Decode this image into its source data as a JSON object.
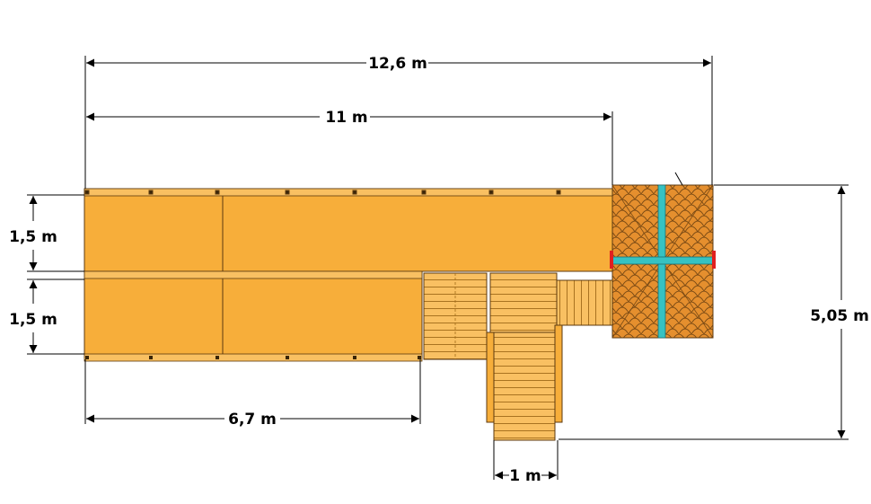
{
  "dimensions": {
    "total_length": "12,6 m",
    "main_length": "11 m",
    "lower_length": "6,7 m",
    "upper_width": "1,5 m",
    "lower_width": "1,5 m",
    "tower_depth": "5,05 m",
    "stair_width": "1 m"
  },
  "colors": {
    "deck": "#f7ae3a",
    "deck_dark": "#e9992a",
    "plank": "#f9c062",
    "stair_line": "#a06a18",
    "outline": "#5c3a10",
    "roof": "#e58f2e",
    "roof_scale": "#7a4a14",
    "ridge": "#36c2c2",
    "dim_line": "#000000",
    "accent_red": "#e02020"
  }
}
